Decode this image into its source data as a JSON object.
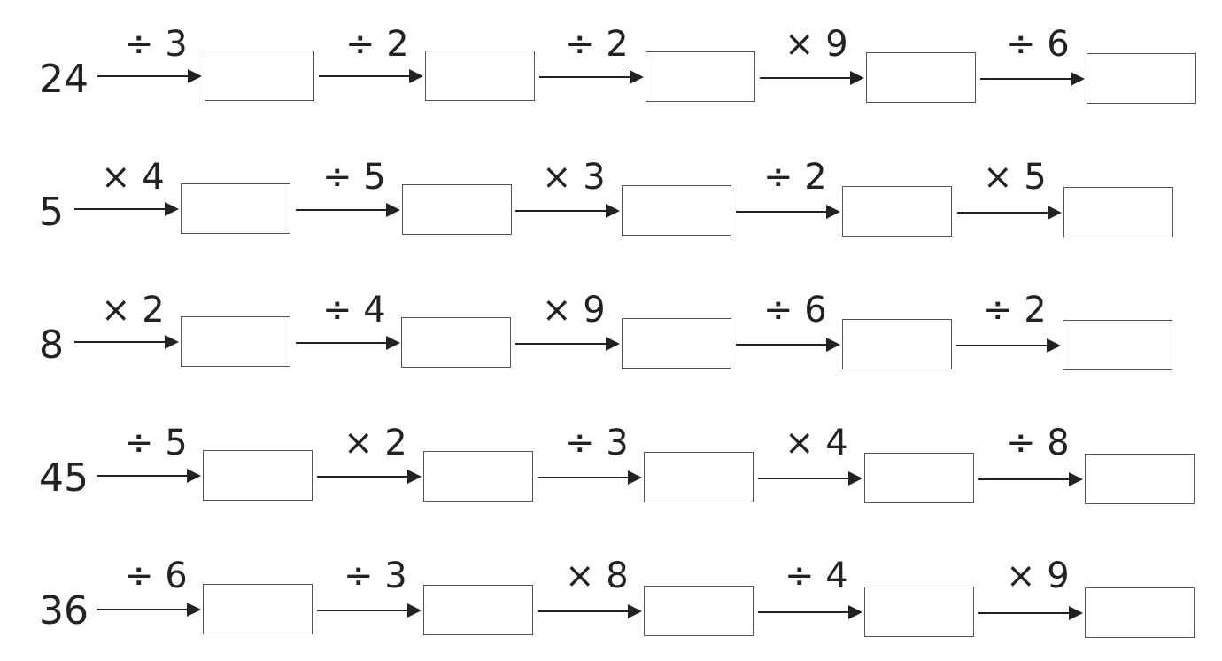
{
  "rows": [
    {
      "start": "24",
      "ops": [
        "÷ 3",
        "÷ 2",
        "÷ 2",
        "× 9",
        "÷ 6"
      ]
    },
    {
      "start": "5",
      "ops": [
        "× 4",
        "÷ 5",
        "× 3",
        "÷ 2",
        "× 5"
      ]
    },
    {
      "start": "8",
      "ops": [
        "× 2",
        "÷ 4",
        "× 9",
        "÷ 6",
        "÷ 2"
      ]
    },
    {
      "start": "45",
      "ops": [
        "÷ 5",
        "× 2",
        "÷ 3",
        "× 4",
        "÷ 8"
      ]
    },
    {
      "start": "36",
      "ops": [
        "÷ 6",
        "÷ 3",
        "× 8",
        "÷ 4",
        "× 9"
      ]
    }
  ]
}
